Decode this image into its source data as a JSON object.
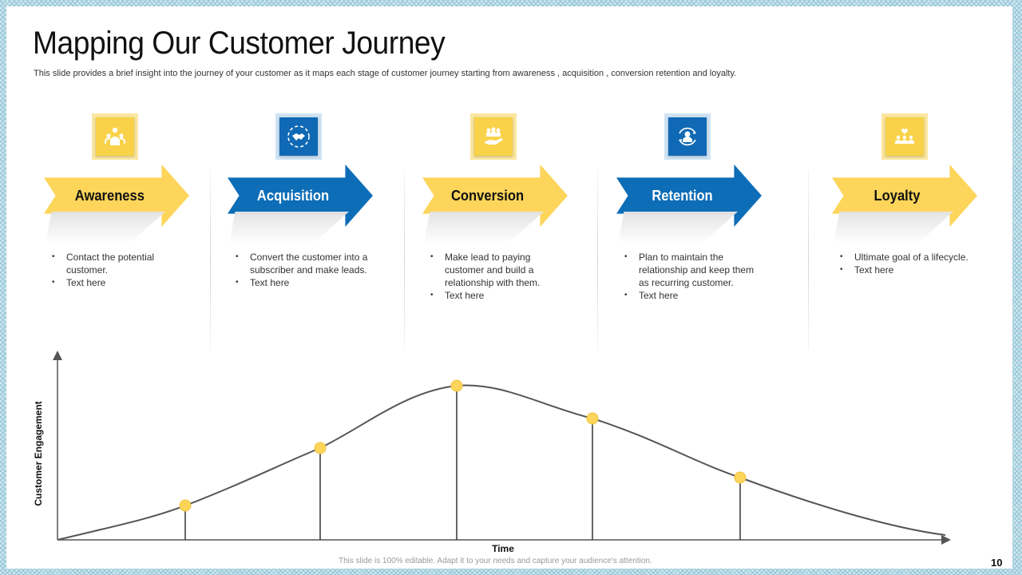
{
  "slide": {
    "title": "Mapping Our Customer Journey",
    "subtitle": "This slide provides a brief insight into the journey of your customer as it maps each stage of customer journey starting from awareness , acquisition  , conversion retention and loyalty.",
    "footer_note": "This slide is 100% editable. Adapt it to your needs and capture your audience's attention.",
    "page_number": "10"
  },
  "colors": {
    "yellow": "#fcd55a",
    "blue": "#0d6db7",
    "curve": "#555555",
    "dot": "#fcd55a"
  },
  "stages": [
    {
      "label": "Awareness",
      "color": "yellow",
      "icon": "people-network-icon",
      "bullets": [
        "Contact the potential customer.",
        "Text here"
      ]
    },
    {
      "label": "Acquisition",
      "color": "blue",
      "icon": "handshake-icon",
      "bullets": [
        "Convert the customer into a subscriber  and make leads.",
        "Text here"
      ]
    },
    {
      "label": "Conversion",
      "color": "yellow",
      "icon": "hand-holding-people-icon",
      "bullets": [
        "Make lead to paying customer and build a relationship with them.",
        "Text here"
      ]
    },
    {
      "label": "Retention",
      "color": "blue",
      "icon": "person-cycle-icon",
      "bullets": [
        "Plan to maintain the relationship and keep them as recurring customer.",
        "Text here"
      ]
    },
    {
      "label": "Loyalty",
      "color": "yellow",
      "icon": "heart-audience-icon",
      "bullets": [
        "Ultimate goal of a lifecycle.",
        "Text here"
      ]
    }
  ],
  "chart": {
    "xlabel": "Time",
    "ylabel": "Customer Engagement"
  }
}
